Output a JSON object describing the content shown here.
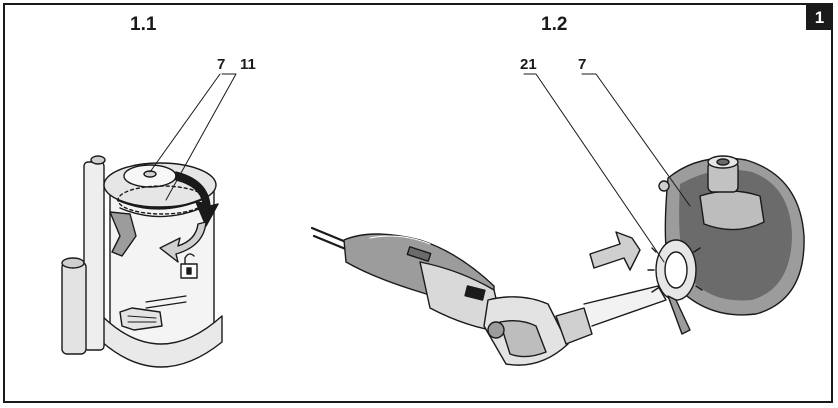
{
  "figure": {
    "number": "1",
    "panels": [
      {
        "title": "1.1",
        "callouts": [
          "7",
          "11"
        ]
      },
      {
        "title": "1.2",
        "callouts": [
          "21",
          "7"
        ]
      }
    ]
  },
  "colors": {
    "line": "#1a1a1a",
    "shade_light": "#d9d9d9",
    "shade_mid": "#9c9c9c",
    "shade_dark": "#6b6b6b",
    "arrow_fill": "#cfcfcf"
  }
}
